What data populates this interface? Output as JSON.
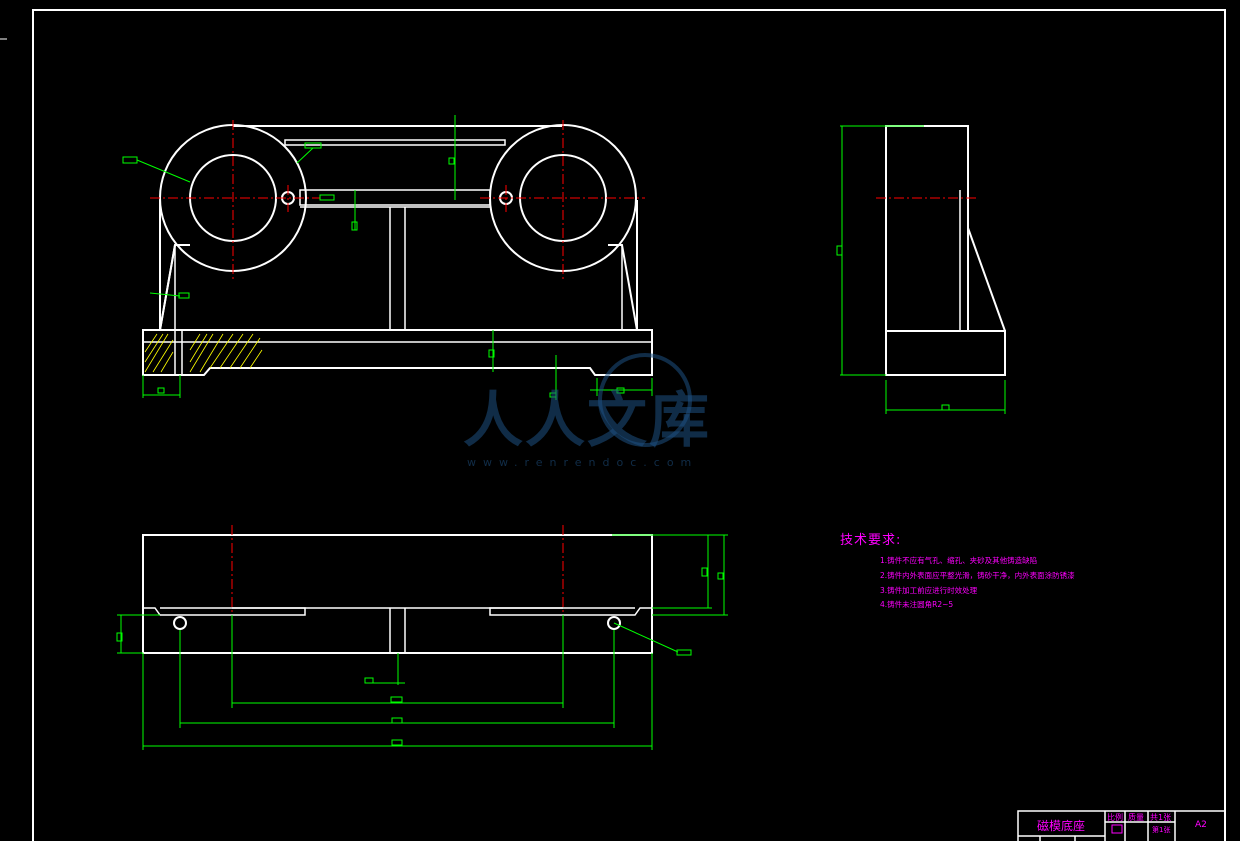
{
  "technical_requirements": {
    "title": "技术要求:",
    "items": [
      "1.铸件不应有气孔、缩孔、夹砂及其他铸造缺陷",
      "2.铸件内外表面应平整光滑，铸砂干净，内外表面涂防锈漆",
      "3.铸件加工前应进行时效处理",
      "4.铸件未注圆角R2~5"
    ]
  },
  "title_block": {
    "part_name": "磁模底座",
    "header_scale": "比例",
    "header_weight": "质量",
    "header_sheets": "共1张",
    "sheet_number": "第1张",
    "sheet_size": "A2"
  },
  "watermark": {
    "text": "人人文库",
    "url": "www.renrendoc.com"
  },
  "colors": {
    "background": "#000000",
    "outline": "#ffffff",
    "centerline": "#ff0000",
    "dimension": "#00ff00",
    "annotation": "#ff00ff",
    "watermark": "#1e5082"
  }
}
